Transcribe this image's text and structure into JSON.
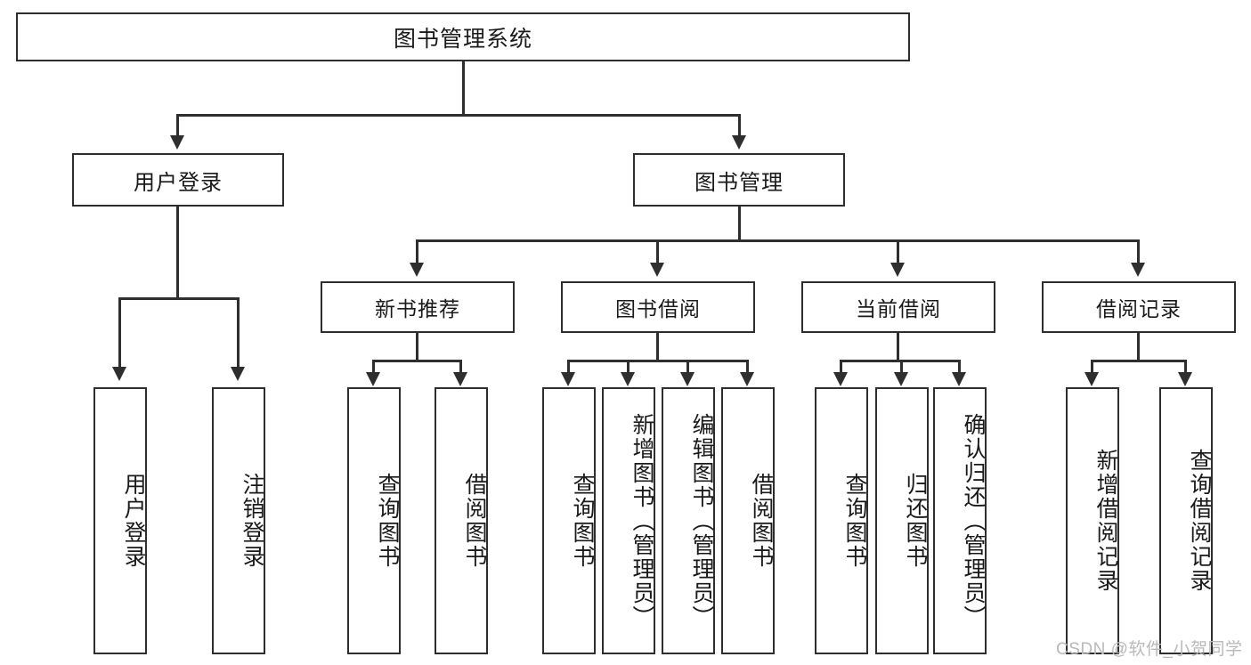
{
  "diagram": {
    "title": "图书管理系统",
    "type": "功能结构图",
    "watermark": "CSDN @软件_小贺同学"
  },
  "root": {
    "label": "图书管理系统"
  },
  "level2": [
    {
      "label": "用户登录"
    },
    {
      "label": "图书管理"
    }
  ],
  "level3": [
    {
      "label": "新书推荐"
    },
    {
      "label": "图书借阅"
    },
    {
      "label": "当前借阅"
    },
    {
      "label": "借阅记录"
    }
  ],
  "leaves": {
    "user_login": [
      {
        "label": "用户登录"
      },
      {
        "label": "注销登录"
      }
    ],
    "new_book": [
      {
        "label": "查询图书"
      },
      {
        "label": "借阅图书"
      }
    ],
    "book_borrow": [
      {
        "label": "查询图书"
      },
      {
        "label": "新增图书（管理员）"
      },
      {
        "label": "编辑图书（管理员）"
      },
      {
        "label": "借阅图书"
      }
    ],
    "current_borrow": [
      {
        "label": "查询图书"
      },
      {
        "label": "归还图书"
      },
      {
        "label": "确认归还（管理员）"
      }
    ],
    "borrow_record": [
      {
        "label": "新增借阅记录"
      },
      {
        "label": "查询借阅记录"
      }
    ]
  },
  "colors": {
    "stroke": "#2e2e2e",
    "fill": "#ffffff",
    "text": "#1a1a1a",
    "watermark": "#b9b9b9"
  },
  "chart_data": {
    "type": "tree",
    "title": "图书管理系统",
    "nodes": [
      {
        "id": "root",
        "label": "图书管理系统",
        "level": 0,
        "parent": null
      },
      {
        "id": "n-user-login",
        "label": "用户登录",
        "level": 1,
        "parent": "root"
      },
      {
        "id": "n-book-mgmt",
        "label": "图书管理",
        "level": 1,
        "parent": "root"
      },
      {
        "id": "n-new-book",
        "label": "新书推荐",
        "level": 2,
        "parent": "n-book-mgmt"
      },
      {
        "id": "n-book-borrow",
        "label": "图书借阅",
        "level": 2,
        "parent": "n-book-mgmt"
      },
      {
        "id": "n-current-borrow",
        "label": "当前借阅",
        "level": 2,
        "parent": "n-book-mgmt"
      },
      {
        "id": "n-borrow-record",
        "label": "借阅记录",
        "level": 2,
        "parent": "n-book-mgmt"
      },
      {
        "id": "l-user-login",
        "label": "用户登录",
        "level": 3,
        "parent": "n-user-login"
      },
      {
        "id": "l-logout",
        "label": "注销登录",
        "level": 3,
        "parent": "n-user-login"
      },
      {
        "id": "l-nb-query",
        "label": "查询图书",
        "level": 3,
        "parent": "n-new-book"
      },
      {
        "id": "l-nb-borrow",
        "label": "借阅图书",
        "level": 3,
        "parent": "n-new-book"
      },
      {
        "id": "l-bb-query",
        "label": "查询图书",
        "level": 3,
        "parent": "n-book-borrow"
      },
      {
        "id": "l-bb-add",
        "label": "新增图书（管理员）",
        "level": 3,
        "parent": "n-book-borrow"
      },
      {
        "id": "l-bb-edit",
        "label": "编辑图书（管理员）",
        "level": 3,
        "parent": "n-book-borrow"
      },
      {
        "id": "l-bb-borrow",
        "label": "借阅图书",
        "level": 3,
        "parent": "n-book-borrow"
      },
      {
        "id": "l-cb-query",
        "label": "查询图书",
        "level": 3,
        "parent": "n-current-borrow"
      },
      {
        "id": "l-cb-return",
        "label": "归还图书",
        "level": 3,
        "parent": "n-current-borrow"
      },
      {
        "id": "l-cb-confirm",
        "label": "确认归还（管理员）",
        "level": 3,
        "parent": "n-current-borrow"
      },
      {
        "id": "l-br-add",
        "label": "新增借阅记录",
        "level": 3,
        "parent": "n-borrow-record"
      },
      {
        "id": "l-br-query",
        "label": "查询借阅记录",
        "level": 3,
        "parent": "n-borrow-record"
      }
    ]
  }
}
